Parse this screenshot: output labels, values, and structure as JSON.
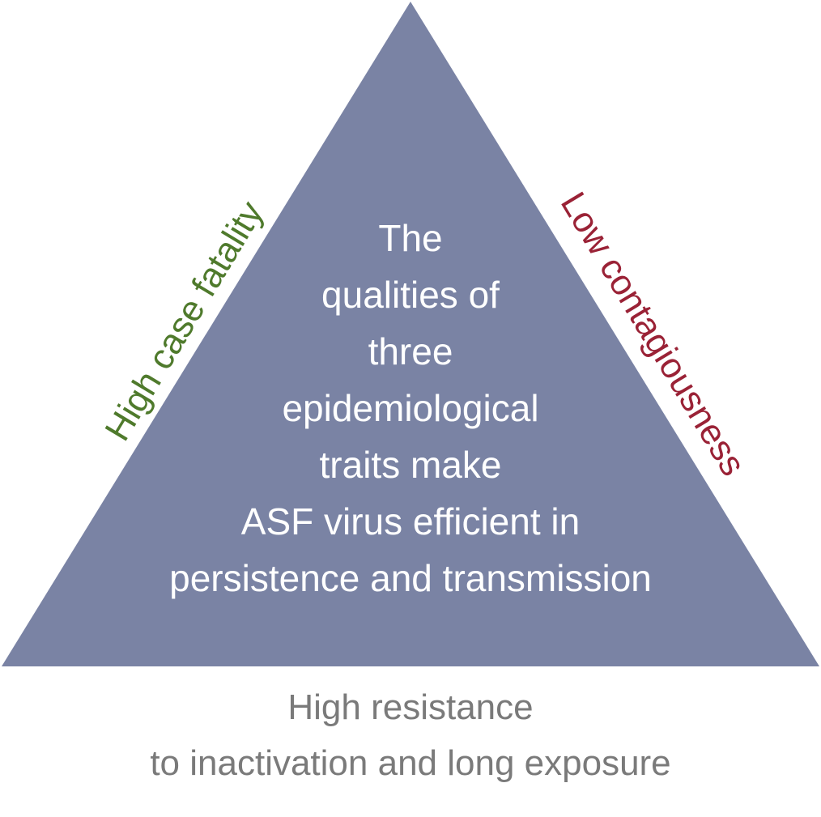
{
  "diagram": {
    "center_lines": [
      "The",
      "qualities of",
      "three",
      "epidemiological",
      "traits make",
      "ASF virus efficient in",
      "persistence and transmission"
    ],
    "left_side_label": "High case fatality",
    "right_side_label": "Low contagiousness",
    "base_lines": [
      "High resistance",
      "to inactivation and long exposure"
    ]
  },
  "colors": {
    "triangle_fill": "#7a83a4",
    "center_text": "#ffffff",
    "left_label": "#4f7a2c",
    "right_label": "#9a2236",
    "base_text": "#7a7a7a"
  }
}
